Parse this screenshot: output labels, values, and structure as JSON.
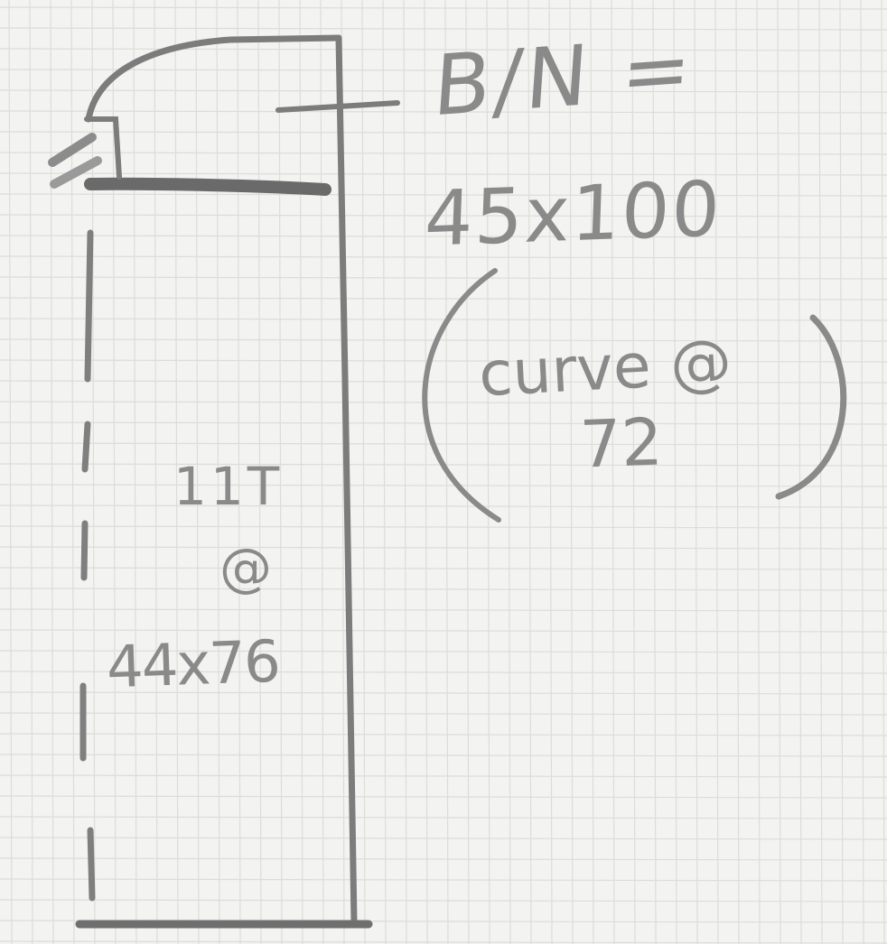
{
  "paper": {
    "background": "#f3f3f1",
    "grid_color": "#dcdcd8",
    "ink_color": "#8a8a8a",
    "ink_dark": "#6f6f6f"
  },
  "annotation": {
    "line1": "B/N =",
    "line2": "45x100",
    "curve_line1": "curve @",
    "curve_line2": "72"
  },
  "panel_label": {
    "line1": "11T",
    "line2": "@",
    "line3": "44x76"
  }
}
